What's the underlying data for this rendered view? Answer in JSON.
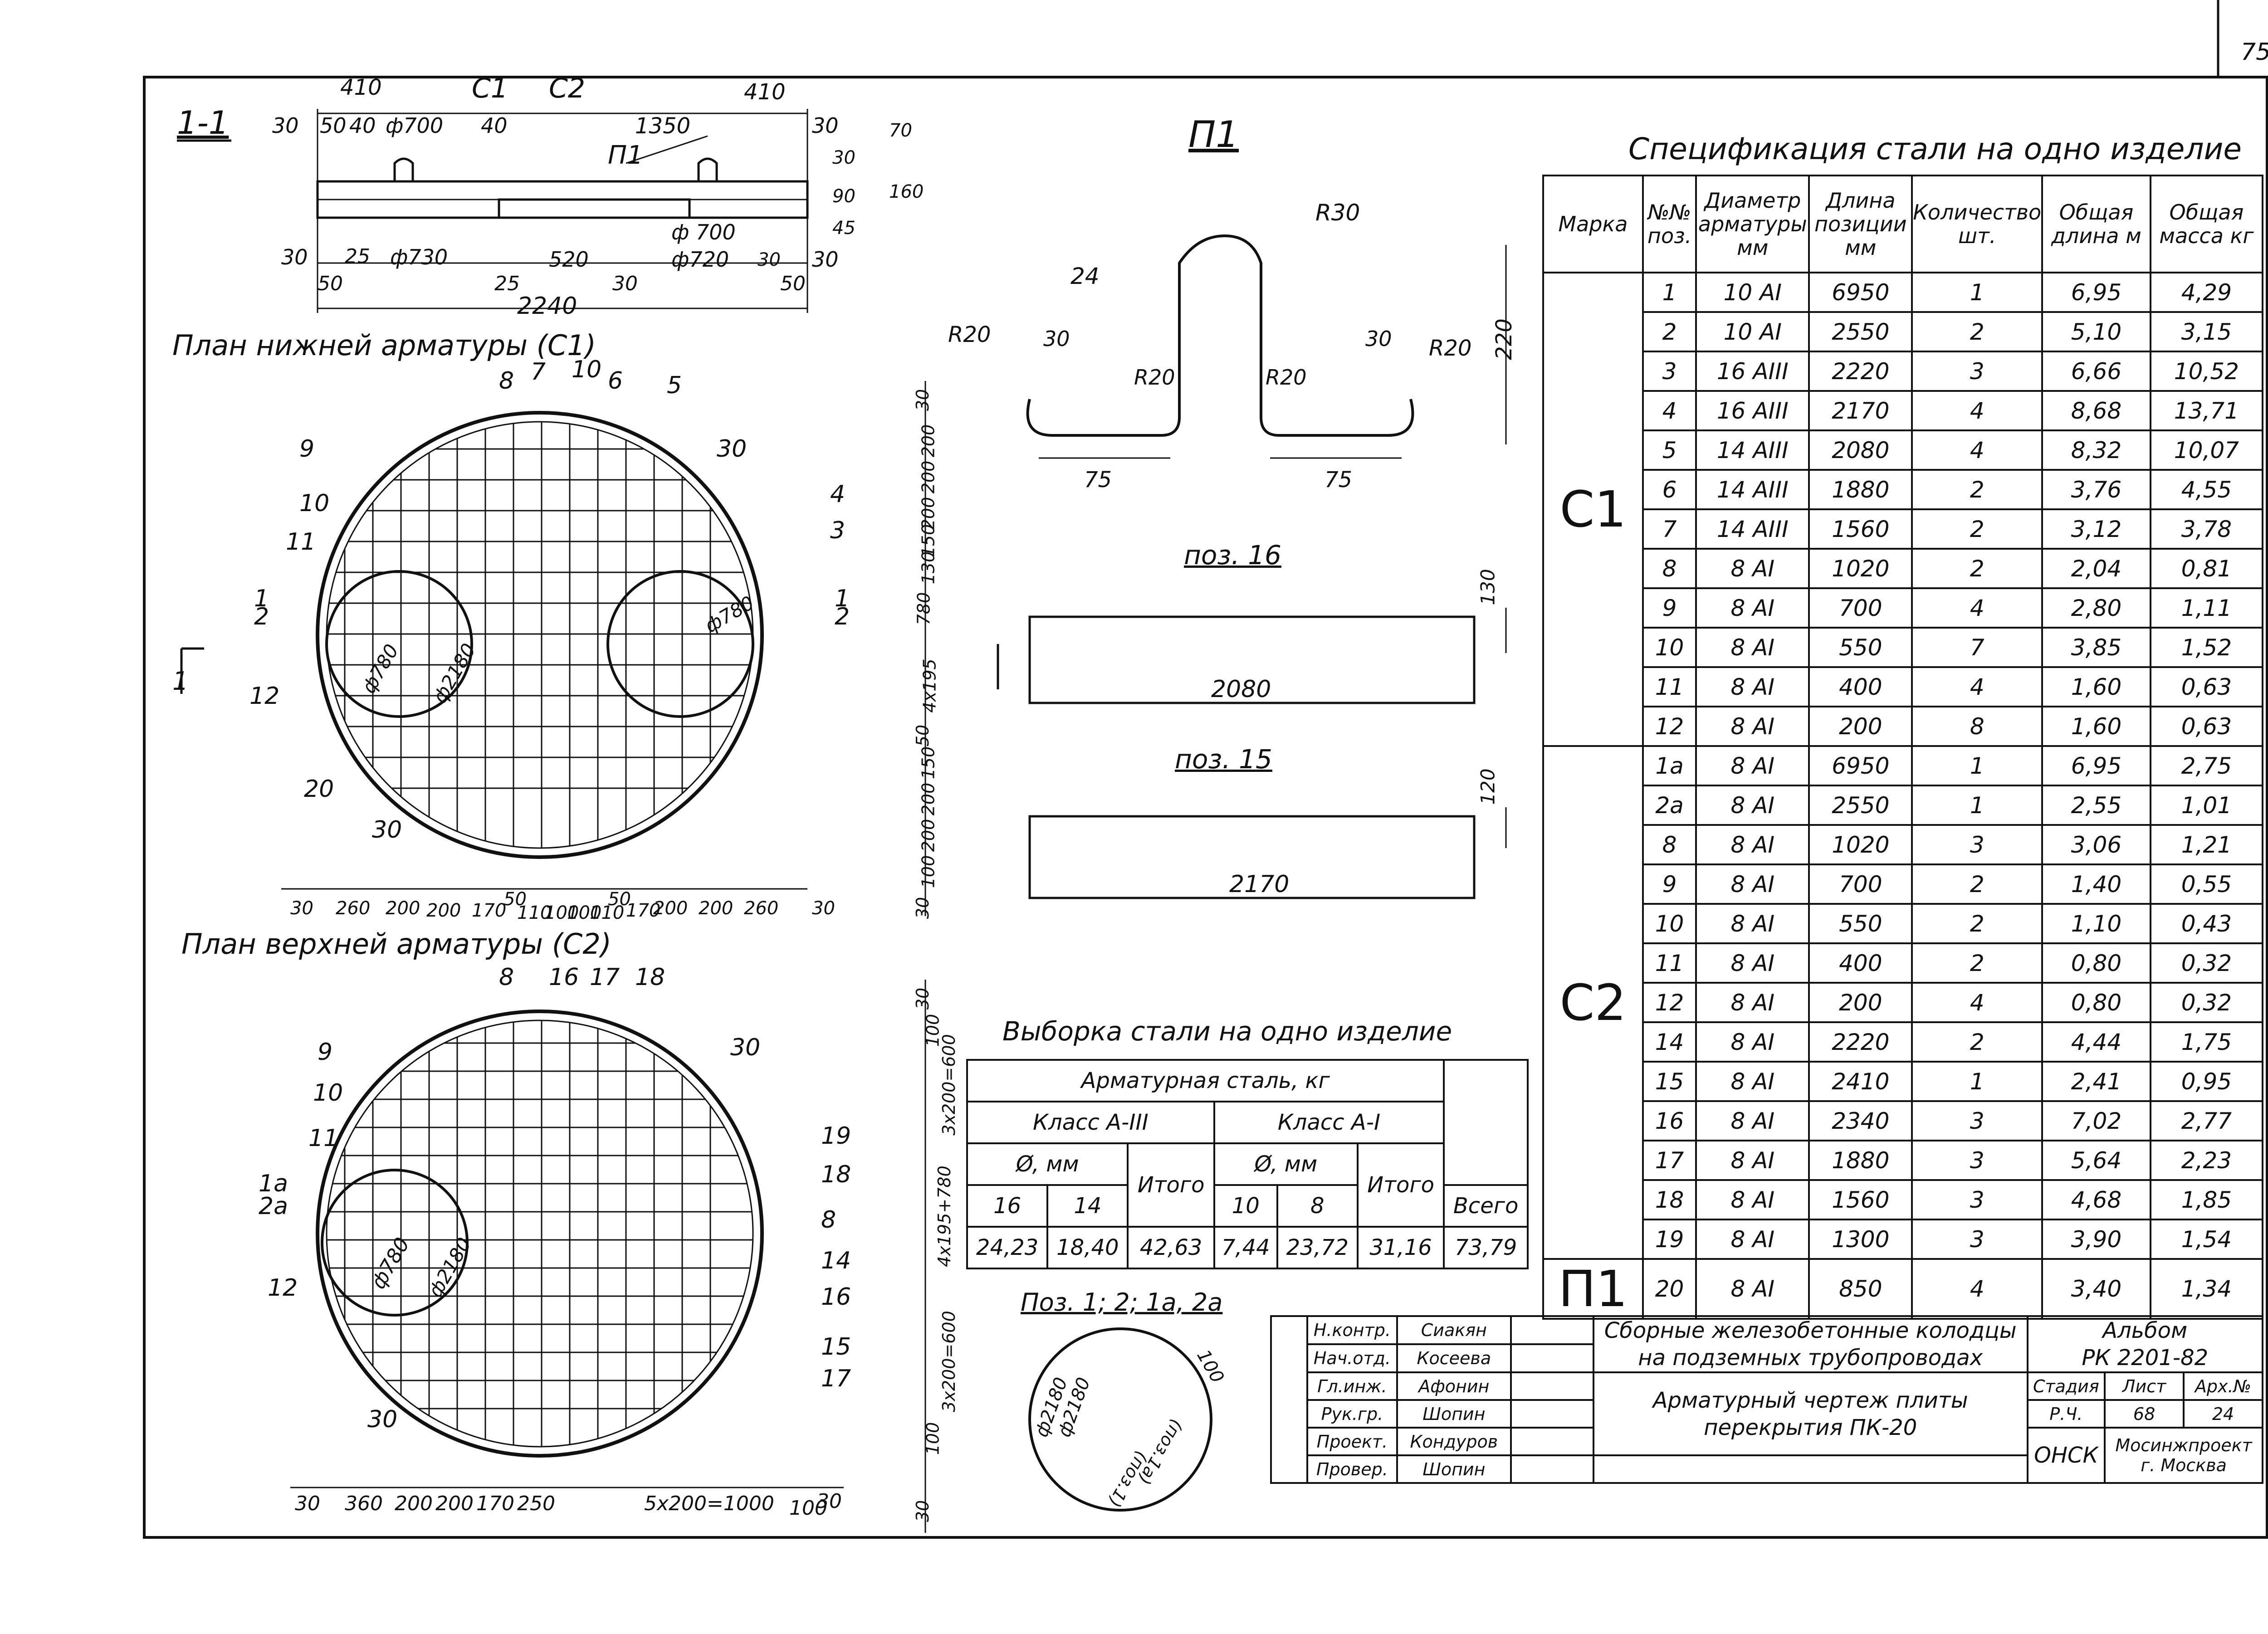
{
  "page_number": "75",
  "section_title": "1-1",
  "section_dims": {
    "top": [
      "410",
      "С1",
      "С2",
      "410",
      "30",
      "50",
      "40",
      "ф700",
      "40",
      "1350",
      "30",
      "70",
      "30",
      "160",
      "90",
      "45"
    ],
    "p1_label": "П1",
    "bottom": [
      "30",
      "25",
      "ф730",
      "25",
      "520",
      "30",
      "ф720",
      "30",
      "30",
      "50",
      "50",
      "2240",
      "ф 700"
    ]
  },
  "p1_title": "П1",
  "p1_dims": [
    "R30",
    "24",
    "R20",
    "30",
    "R20",
    "R20",
    "30",
    "R20",
    "220",
    "75",
    "75"
  ],
  "pos16": {
    "title": "поз. 16",
    "length": "2080",
    "dim": "130"
  },
  "pos15": {
    "title": "поз. 15",
    "length": "2170",
    "dim": "120"
  },
  "plan_lower": {
    "title": "План нижней арматуры (С1)",
    "callouts": [
      "8",
      "7",
      "10",
      "6",
      "5",
      "9",
      "10",
      "11",
      "30",
      "4",
      "3",
      "1",
      "2",
      "1",
      "2",
      "12",
      "20",
      "30"
    ],
    "dims": [
      "ф780",
      "ф2180",
      "ф780"
    ],
    "bottom_dims": [
      "30",
      "260",
      "200",
      "200",
      "170",
      "50",
      "110",
      "100",
      "100",
      "110",
      "50",
      "170",
      "200",
      "200",
      "260",
      "30"
    ],
    "side_dims": [
      "30",
      "200",
      "200",
      "200",
      "150",
      "130",
      "780",
      "4х195",
      "50",
      "150",
      "200",
      "200",
      "100",
      "30"
    ],
    "section_mark": "1"
  },
  "plan_upper": {
    "title": "План верхней арматуры (С2)",
    "callouts": [
      "8",
      "16",
      "17",
      "18",
      "9",
      "10",
      "11",
      "1а",
      "2а",
      "30",
      "19",
      "18",
      "8",
      "14",
      "16",
      "12",
      "15",
      "17",
      "30"
    ],
    "dims": [
      "ф780",
      "ф2180"
    ],
    "bottom_dims": [
      "30",
      "360",
      "200",
      "200",
      "170",
      "250",
      "5х200=1000",
      "100",
      "30"
    ],
    "side_dims": [
      "30",
      "100",
      "3х200=600",
      "4х195+780",
      "3х200=600",
      "100",
      "30"
    ]
  },
  "pos_detail": {
    "title": "Поз. 1; 2; 1а, 2а",
    "dims": [
      "ф2180",
      "ф2180",
      "(поз.1а)",
      "(поз.1)",
      "100"
    ]
  },
  "spec": {
    "title": "Спецификация стали на одно изделие",
    "headers": [
      "Марка",
      "№№ поз.",
      "Диаметр арматуры мм",
      "Длина позиции мм",
      "Количество шт.",
      "Общая длина м",
      "Общая масса кг"
    ],
    "groups": [
      {
        "mark": "С1",
        "rows": [
          [
            "1",
            "10 АI",
            "6950",
            "1",
            "6,95",
            "4,29"
          ],
          [
            "2",
            "10 АI",
            "2550",
            "2",
            "5,10",
            "3,15"
          ],
          [
            "3",
            "16 АIII",
            "2220",
            "3",
            "6,66",
            "10,52"
          ],
          [
            "4",
            "16 АIII",
            "2170",
            "4",
            "8,68",
            "13,71"
          ],
          [
            "5",
            "14 АIII",
            "2080",
            "4",
            "8,32",
            "10,07"
          ],
          [
            "6",
            "14 АIII",
            "1880",
            "2",
            "3,76",
            "4,55"
          ],
          [
            "7",
            "14 АIII",
            "1560",
            "2",
            "3,12",
            "3,78"
          ],
          [
            "8",
            "8 АI",
            "1020",
            "2",
            "2,04",
            "0,81"
          ],
          [
            "9",
            "8 АI",
            "700",
            "4",
            "2,80",
            "1,11"
          ],
          [
            "10",
            "8 АI",
            "550",
            "7",
            "3,85",
            "1,52"
          ],
          [
            "11",
            "8 АI",
            "400",
            "4",
            "1,60",
            "0,63"
          ],
          [
            "12",
            "8 АI",
            "200",
            "8",
            "1,60",
            "0,63"
          ]
        ]
      },
      {
        "mark": "С2",
        "rows": [
          [
            "1а",
            "8 АI",
            "6950",
            "1",
            "6,95",
            "2,75"
          ],
          [
            "2а",
            "8 АI",
            "2550",
            "1",
            "2,55",
            "1,01"
          ],
          [
            "8",
            "8 АI",
            "1020",
            "3",
            "3,06",
            "1,21"
          ],
          [
            "9",
            "8 АI",
            "700",
            "2",
            "1,40",
            "0,55"
          ],
          [
            "10",
            "8 АI",
            "550",
            "2",
            "1,10",
            "0,43"
          ],
          [
            "11",
            "8 АI",
            "400",
            "2",
            "0,80",
            "0,32"
          ],
          [
            "12",
            "8 АI",
            "200",
            "4",
            "0,80",
            "0,32"
          ],
          [
            "14",
            "8 АI",
            "2220",
            "2",
            "4,44",
            "1,75"
          ],
          [
            "15",
            "8 АI",
            "2410",
            "1",
            "2,41",
            "0,95"
          ],
          [
            "16",
            "8 АI",
            "2340",
            "3",
            "7,02",
            "2,77"
          ],
          [
            "17",
            "8 АI",
            "1880",
            "3",
            "5,64",
            "2,23"
          ],
          [
            "18",
            "8 АI",
            "1560",
            "3",
            "4,68",
            "1,85"
          ],
          [
            "19",
            "8 АI",
            "1300",
            "3",
            "3,90",
            "1,54"
          ]
        ]
      },
      {
        "mark": "П1",
        "rows": [
          [
            "20",
            "8 АI",
            "850",
            "4",
            "3,40",
            "1,34"
          ]
        ]
      }
    ]
  },
  "vyborka": {
    "title": "Выборка стали на одно изделие",
    "header": "Арматурная сталь, кг",
    "class3": "Класс А-III",
    "class1": "Класс А-I",
    "dia_mm": "Ø, мм",
    "cols": [
      "16",
      "14",
      "Итого",
      "10",
      "8",
      "Итого",
      "Всего"
    ],
    "values": [
      "24,23",
      "18,40",
      "42,63",
      "7,44",
      "23,72",
      "31,16",
      "73,79"
    ]
  },
  "stamp": {
    "rows": [
      [
        "Н.контр.",
        "Сиакян"
      ],
      [
        "Нач.отд.",
        "Косеева"
      ],
      [
        "Гл.инж.",
        "Афонин"
      ],
      [
        "Рук.гр.",
        "Шопин"
      ],
      [
        "Проект.",
        "Кондуров"
      ],
      [
        "Провер.",
        "Шопин"
      ]
    ],
    "project": "Сборные железобетонные колодцы на подземных трубопроводах",
    "album_label": "Альбом",
    "album_code": "РК 2201-82",
    "drawing_title": "Арматурный чертеж плиты перекрытия ПК-20",
    "stage_head": "Стадия",
    "sheet_head": "Лист",
    "arch_head": "Арх.№",
    "stage": "Р.Ч.",
    "sheet": "68",
    "arch": "24",
    "org_short": "ОНСК",
    "org": "Мосинжпроект г. Москва"
  }
}
